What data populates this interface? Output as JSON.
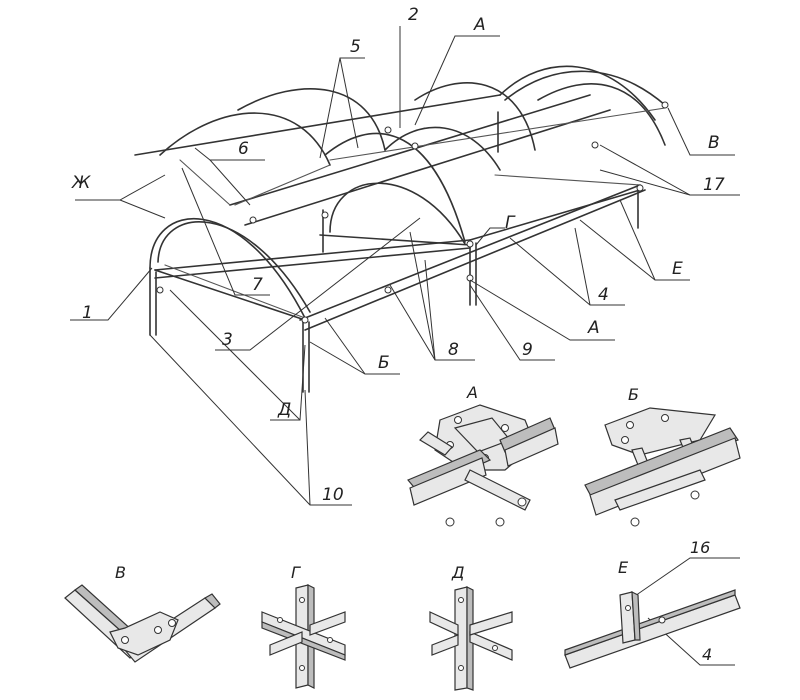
{
  "callouts": [
    "Ж",
    "1",
    "6",
    "5",
    "2",
    "А",
    "В",
    "17",
    "Г",
    "Е",
    "4",
    "А",
    "9",
    "8",
    "Б",
    "7",
    "3",
    "Д",
    "10"
  ],
  "details": {
    "A": "А",
    "B": "Б",
    "V": "В",
    "G": "Г",
    "D": "Д",
    "E": "Е",
    "E_num16": "16",
    "E_num4": "4"
  }
}
